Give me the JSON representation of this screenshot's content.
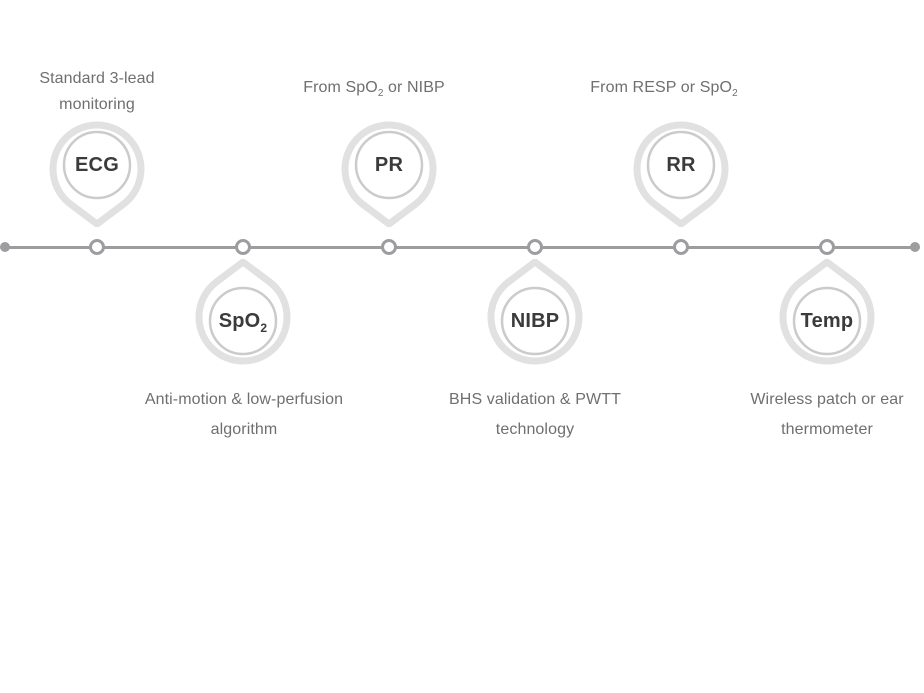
{
  "theme": {
    "background": "#ffffff",
    "line_color": "#9d9da0",
    "node_color": "#9d9da0",
    "pin_outline_color": "#e1e1e2",
    "inner_ring_color": "#cbcbcd",
    "label_color": "#3b3b3d",
    "caption_color": "#6f6f72"
  },
  "timeline": {
    "items": [
      {
        "id": "ecg",
        "side": "top",
        "label": "ECG",
        "label_sub": "",
        "caption_lines": [
          {
            "pre": "Standard 3-lead",
            "sub": "",
            "post": ""
          },
          {
            "pre": "monitoring",
            "sub": "",
            "post": ""
          }
        ]
      },
      {
        "id": "spo2",
        "side": "bottom",
        "label": "SpO",
        "label_sub": "2",
        "caption_lines": [
          {
            "pre": "Anti-motion & low-perfusion",
            "sub": "",
            "post": ""
          },
          {
            "pre": "algorithm",
            "sub": "",
            "post": ""
          }
        ]
      },
      {
        "id": "pr",
        "side": "top",
        "label": "PR",
        "label_sub": "",
        "caption_lines": [
          {
            "pre": "From SpO",
            "sub": "2",
            "post": " or NIBP"
          }
        ]
      },
      {
        "id": "nibp",
        "side": "bottom",
        "label": "NIBP",
        "label_sub": "",
        "caption_lines": [
          {
            "pre": "BHS validation & PWTT",
            "sub": "",
            "post": ""
          },
          {
            "pre": "technology",
            "sub": "",
            "post": ""
          }
        ]
      },
      {
        "id": "rr",
        "side": "top",
        "label": "RR",
        "label_sub": "",
        "caption_lines": [
          {
            "pre": "From RESP or SpO",
            "sub": "2",
            "post": ""
          }
        ]
      },
      {
        "id": "temp",
        "side": "bottom",
        "label": "Temp",
        "label_sub": "",
        "caption_lines": [
          {
            "pre": "Wireless patch or ear",
            "sub": "",
            "post": ""
          },
          {
            "pre": "thermometer",
            "sub": "",
            "post": ""
          }
        ]
      }
    ]
  }
}
